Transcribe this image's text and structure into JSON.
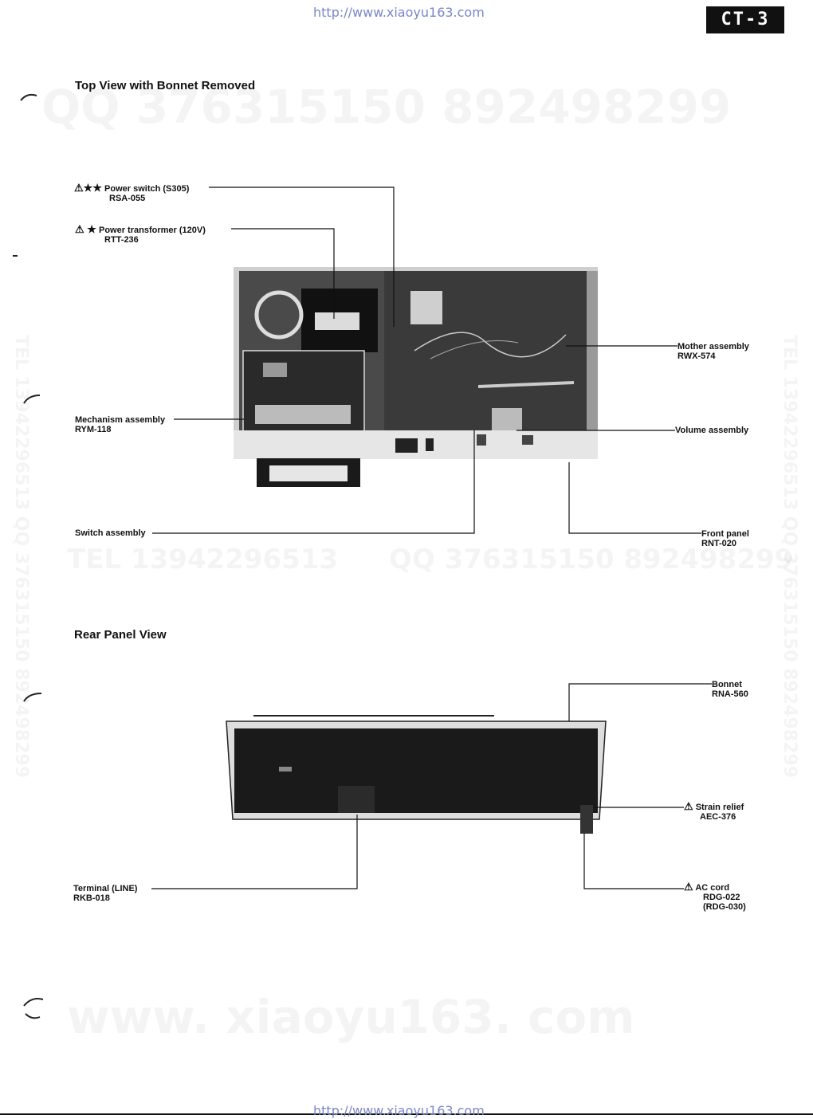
{
  "header": {
    "url_top": "http://www.xiaoyu163.com",
    "url_bottom": "http://www.xiaoyu163.com",
    "page_badge": "CT-3"
  },
  "watermarks": {
    "qq_top": "QQ 376315150   892498299",
    "tel_mid": "TEL 13942296513",
    "qq_mid": "QQ 376315150 892498299",
    "site_bottom": "www. xiaoyu163. com",
    "vertical_left": "TEL 13942296513 QQ 376315150 892498299",
    "vertical_right": "TEL 13942296513 QQ 376315150 892498299"
  },
  "top_view": {
    "title": "Top View with Bonnet Removed",
    "labels": {
      "power_switch": {
        "marks": "⚠★★",
        "name": "Power switch (S305)",
        "part": "RSA-055"
      },
      "power_transformer": {
        "marks": "⚠ ★",
        "name": "Power transformer (120V)",
        "part": "RTT-236"
      },
      "mother": {
        "name": "Mother assembly",
        "part": "RWX-574"
      },
      "volume": {
        "name": "Volume assembly"
      },
      "mechanism": {
        "name": "Mechanism assembly",
        "part": "RYM-118"
      },
      "switch_assy": {
        "name": "Switch assembly"
      },
      "front_panel": {
        "name": "Front panel",
        "part": "RNT-020"
      }
    }
  },
  "rear_view": {
    "title": "Rear Panel View",
    "labels": {
      "bonnet": {
        "name": "Bonnet",
        "part": "RNA-560"
      },
      "strain_relief": {
        "marks": "⚠",
        "name": "Strain relief",
        "part": "AEC-376"
      },
      "terminal": {
        "name": "Terminal (LINE)",
        "part": "RKB-018"
      },
      "ac_cord": {
        "marks": "⚠",
        "name": "AC cord",
        "part": "RDG-022",
        "part_alt": "(RDG-030)"
      }
    }
  },
  "colors": {
    "ink": "#111111",
    "url": "#7a86c8",
    "photo_dark": "#1a1a1a"
  }
}
